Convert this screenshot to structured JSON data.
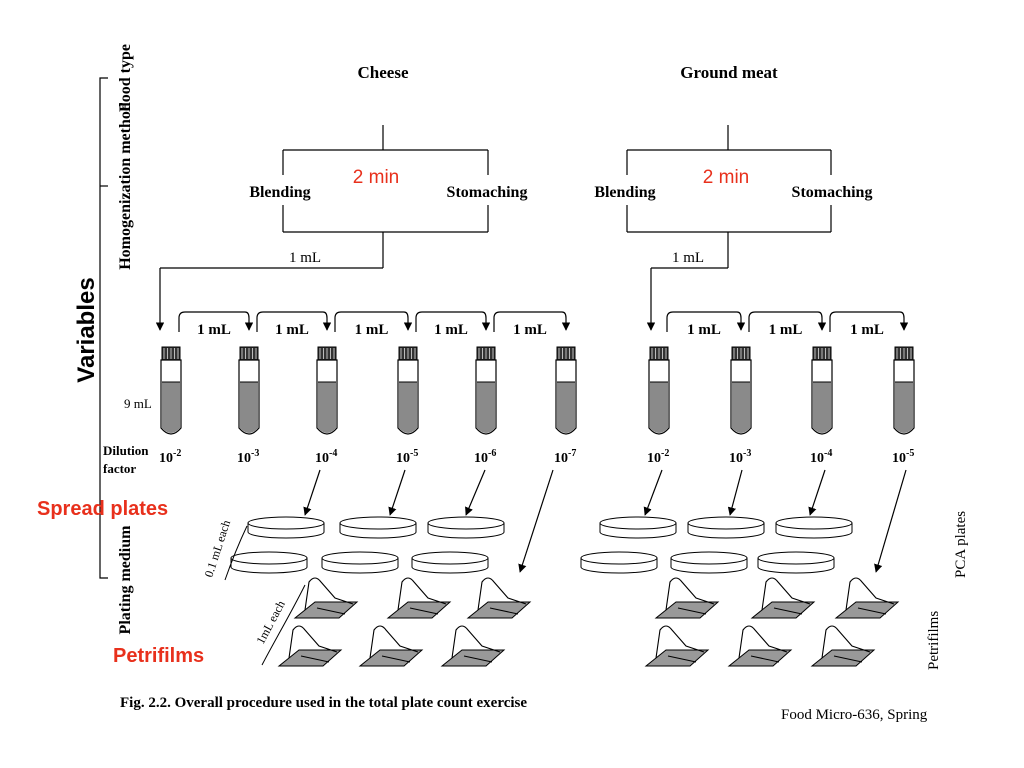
{
  "labels": {
    "variables": "Variables",
    "food_type": "Food type",
    "homogenization": "Homogenization method",
    "plating_medium": "Plating medium",
    "nine_ml": "9 mL",
    "dilution_factor_1": "Dilution",
    "dilution_factor_2": "factor",
    "spread_plates": "Spread plates",
    "petrifilms_red": "Petrifilms",
    "pt_1ml_each": "1mL each",
    "pt_01ml_each": "0.1 mL each",
    "pca_plates": "PCA plates",
    "petrifilms_side": "Petrifilms",
    "caption": "Fig. 2.2. Overall procedure used in the total plate count exercise",
    "footer": "Food Micro-636, Spring"
  },
  "left": {
    "food": "Cheese",
    "time": "2 min",
    "method_a": "Blending",
    "method_b": "Stomaching",
    "transfer": "1 mL",
    "step": "1 mL",
    "dilutions": [
      "-2",
      "-3",
      "-4",
      "-5",
      "-6",
      "-7"
    ]
  },
  "right": {
    "food": "Ground meat",
    "time": "2 min",
    "method_a": "Blending",
    "method_b": "Stomaching",
    "transfer": "1 mL",
    "step": "1 mL",
    "dilutions": [
      "-2",
      "-3",
      "-4",
      "-5"
    ]
  },
  "dilution_base": "10",
  "colors": {
    "accent_red": "#e8301c",
    "tube_liquid": "#8a8a8a",
    "film_gray": "#999999"
  }
}
